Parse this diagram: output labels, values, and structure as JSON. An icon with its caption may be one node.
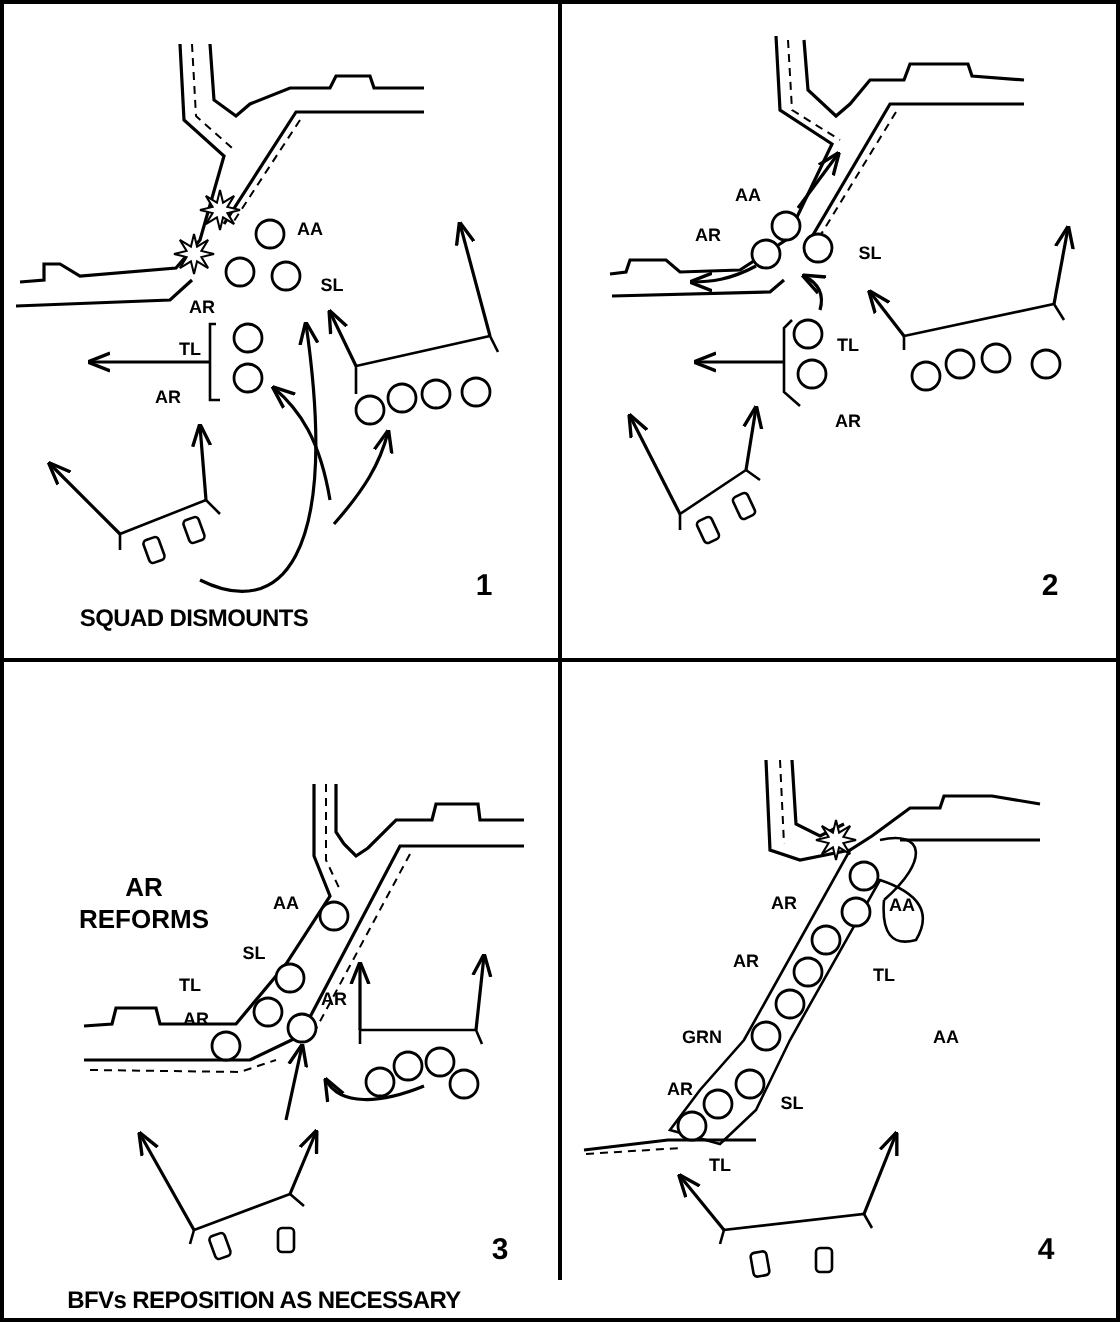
{
  "diagram": {
    "labels": [
      "AA",
      "SL",
      "AR",
      "TL",
      "AR",
      "1",
      "SQUAD DISMOUNTS",
      "AA",
      "AR",
      "SL",
      "TL",
      "AR",
      "2",
      "AR REFORMS",
      "AA",
      "SL",
      "TL",
      "AR",
      "AR",
      "3",
      "BFVs REPOSITION AS NECESSARY",
      "AR",
      "AA",
      "AR",
      "TL",
      "GRN",
      "AA",
      "AR",
      "SL",
      "TL",
      "4"
    ]
  }
}
